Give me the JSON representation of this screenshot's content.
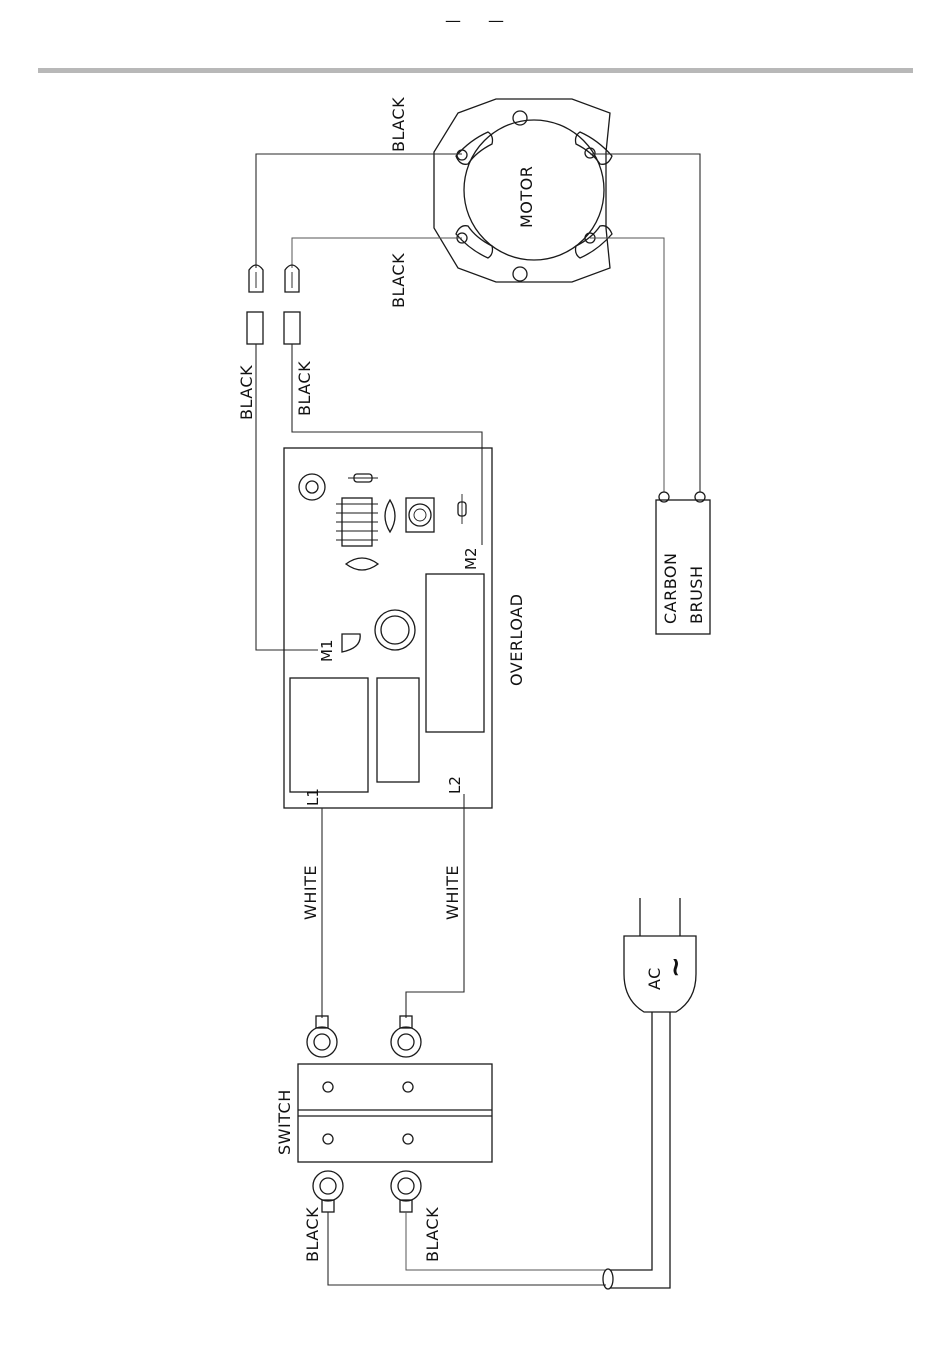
{
  "header": {
    "marks": [
      "—",
      "—"
    ],
    "rule_color": "#b8b8b8"
  },
  "labels": {
    "motor": "MOTOR",
    "motor_wire_top": "BLACK",
    "motor_wire_bottom": "BLACK",
    "connector_wire_left": "BLACK",
    "connector_wire_right": "BLACK",
    "board_m1": "M1",
    "board_m2": "M2",
    "board_l1": "L1",
    "board_l2": "L2",
    "overload": "OVERLOAD",
    "carbon_brush_line1": "CARBON",
    "carbon_brush_line2": "BRUSH",
    "white_left": "WHITE",
    "white_right": "WHITE",
    "switch": "SWITCH",
    "switch_black_left": "BLACK",
    "switch_black_right": "BLACK",
    "plug_ac": "AC",
    "plug_symbol": "~"
  }
}
